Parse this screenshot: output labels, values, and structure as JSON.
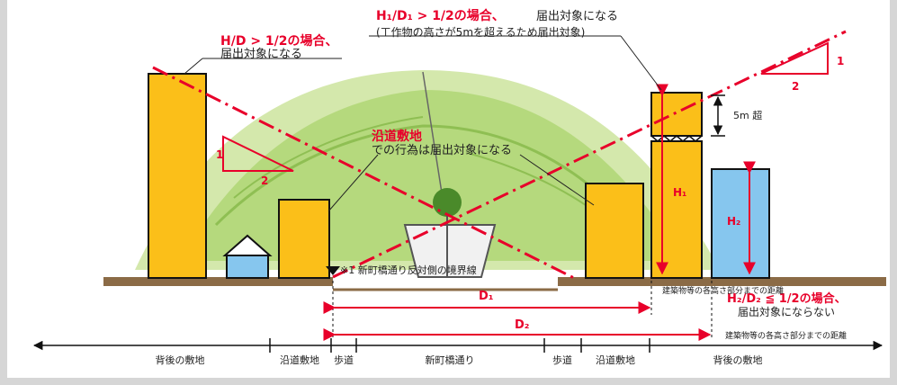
{
  "annotations": {
    "top_center_red": "H₁/D₁ > 1/2の場合、",
    "top_center_black": "届出対象になる",
    "top_center_note": "(工作物の高さが5mを超えるため届出対象)",
    "left_red": "H/D > 1/2の場合、",
    "left_black": "届出対象になる",
    "center_red": "沿道敷地",
    "center_black": "での行為は届出対象になる",
    "right_red": "H₂/D₂ ≦ 1/2の場合、",
    "right_black": "届出対象にならない",
    "boundary_note": "※1 新町橋通り反対側の境界線",
    "height_5m": "5m 超",
    "h1": "H₁",
    "h2": "H₂",
    "d1": "D₁",
    "d2": "D₂",
    "dist_label_1": "建築物等の各高さ部分までの距離",
    "dist_label_2": "建築物等の各高さ部分までの距離"
  },
  "ratio_left": {
    "a": "1",
    "b": "2"
  },
  "ratio_right": {
    "a": "1",
    "b": "2"
  },
  "bottom_labels": [
    "背後の敷地",
    "沿道敷地",
    "歩道",
    "新町橋通り",
    "歩道",
    "沿道敷地",
    "背後の敷地"
  ],
  "colors": {
    "building_yellow": "#fbbf19",
    "building_blue": "#86c6ee",
    "accent_red": "#e8002a",
    "hill_green": "#8cc63f",
    "ground": "#8b6b46"
  }
}
